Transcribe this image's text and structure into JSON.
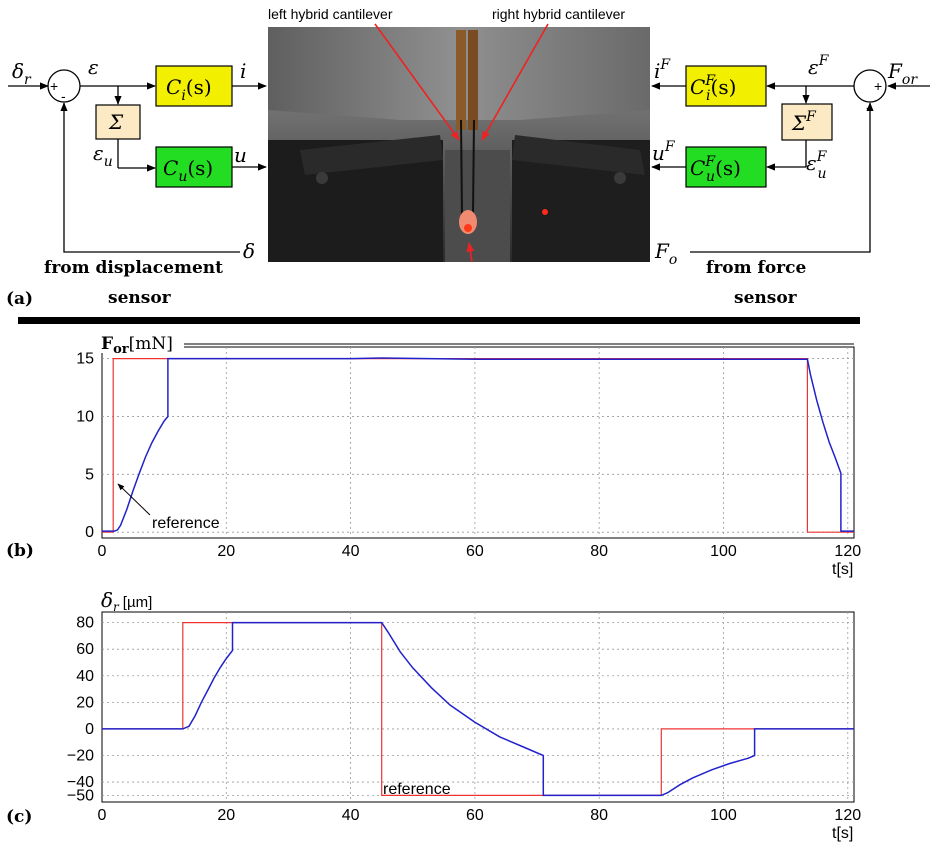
{
  "panel_a": {
    "label": "(a)",
    "photo_labels": {
      "left": "left hybrid cantilever",
      "right": "right hybrid cantilever"
    },
    "left_loop": {
      "input": "δ",
      "input_sub": "r",
      "sum_plus": "+",
      "sum_minus": "-",
      "error": "ε",
      "error_u": "ε",
      "error_u_sub": "u",
      "sigma": "Σ",
      "ci": "C",
      "ci_sub": "i",
      "ci_arg": "(s)",
      "cu": "C",
      "cu_sub": "u",
      "cu_arg": "(s)",
      "out_i": "i",
      "out_u": "u",
      "feedback": "δ",
      "sensor_line1": "from displacement",
      "sensor_line2": "sensor"
    },
    "right_loop": {
      "input": "F",
      "input_sub": "or",
      "sum_plus": "+",
      "sum_minus": "-",
      "error": "ε",
      "error_sup": "F",
      "error_u": "ε",
      "error_u_sup": "F",
      "error_u_sub": "u",
      "sigma": "Σ",
      "sigma_sup": "F",
      "ci": "C",
      "ci_sup": "F",
      "ci_sub": "i",
      "ci_arg": "(s)",
      "cu": "C",
      "cu_sup": "F",
      "cu_sub": "u",
      "cu_arg": "(s)",
      "out_i": "i",
      "out_i_sup": "F",
      "out_u": "u",
      "out_u_sup": "F",
      "feedback": "F",
      "feedback_sub": "o",
      "sensor_line1": "from force",
      "sensor_line2": "sensor"
    }
  },
  "chart_data": [
    {
      "type": "line",
      "panel_label": "(b)",
      "ylabel_main": "F",
      "ylabel_sub": "or",
      "ylabel_unit": "[mN]",
      "xlabel": "t[s]",
      "xlim": [
        0,
        121
      ],
      "ylim": [
        -0.5,
        16
      ],
      "xticks": [
        0,
        20,
        40,
        60,
        80,
        100,
        120
      ],
      "yticks": [
        0,
        5,
        10,
        15
      ],
      "grid": true,
      "annotation": "reference",
      "series": [
        {
          "color": "#ee3333",
          "x": [
            0,
            1.8,
            1.8,
            113.5,
            113.5,
            121
          ],
          "y": [
            0,
            0,
            15,
            15,
            0,
            0
          ]
        },
        {
          "color": "#2222cc",
          "x": [
            0,
            2,
            2.5,
            3,
            4,
            5,
            6,
            7,
            8,
            9,
            10,
            10.6,
            10.6,
            20,
            40,
            45,
            60,
            80,
            100,
            113.5,
            114,
            115,
            116,
            117,
            118,
            118.9,
            118.9,
            121
          ],
          "y": [
            0.1,
            0.1,
            0.2,
            0.6,
            2.0,
            3.6,
            5.1,
            6.5,
            7.7,
            8.7,
            9.6,
            10,
            15,
            15,
            15,
            15.05,
            14.95,
            14.95,
            14.95,
            14.95,
            13.6,
            11.4,
            9.5,
            7.8,
            6.4,
            5.1,
            0.1,
            0.1
          ]
        }
      ]
    },
    {
      "type": "line",
      "panel_label": "(c)",
      "ylabel_main": "δ",
      "ylabel_sub": "r",
      "ylabel_unit": "[µm]",
      "xlabel": "t[s]",
      "xlim": [
        0,
        121
      ],
      "ylim": [
        -55,
        88
      ],
      "xticks": [
        0,
        20,
        40,
        60,
        80,
        100,
        120
      ],
      "yticks": [
        80,
        60,
        40,
        20,
        0,
        -20,
        -40,
        -50
      ],
      "grid": true,
      "annotation": "reference",
      "series": [
        {
          "color": "#ee3333",
          "x": [
            0,
            13,
            13,
            45,
            45,
            90,
            90,
            121
          ],
          "y": [
            0,
            0,
            80,
            80,
            -50,
            -50,
            0,
            0
          ]
        },
        {
          "color": "#2222cc",
          "x": [
            0,
            13,
            14,
            15,
            16,
            17,
            18,
            19,
            20,
            21,
            21,
            30,
            40,
            45,
            46,
            48,
            50,
            53,
            56,
            60,
            64,
            68,
            71,
            71,
            80,
            90,
            91,
            93,
            95,
            98,
            101,
            104,
            105,
            105,
            121
          ],
          "y": [
            0,
            0,
            2,
            10,
            20,
            29,
            38,
            46,
            53,
            59,
            80,
            80,
            80,
            80,
            73,
            58,
            46,
            31,
            18,
            5,
            -6,
            -14,
            -20,
            -50,
            -50,
            -50,
            -48,
            -42,
            -37,
            -31,
            -26,
            -22,
            -20,
            0,
            0
          ]
        }
      ]
    }
  ]
}
